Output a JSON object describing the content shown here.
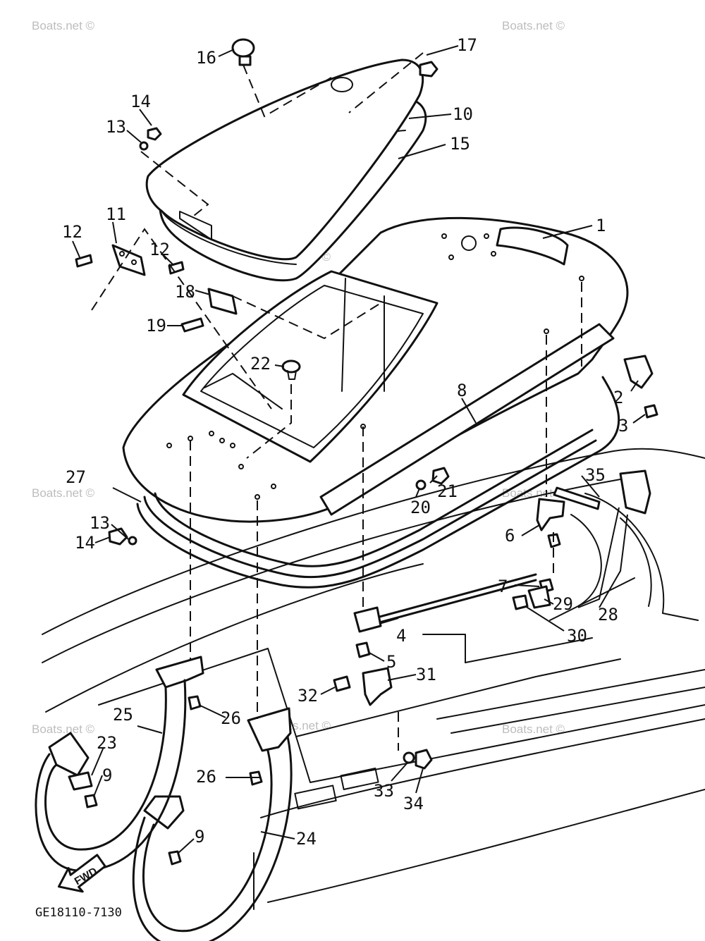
{
  "watermark": "Boats.net ©",
  "diagram_code": "GE18110-7130",
  "direction_label": "FWD",
  "callouts": [
    "1",
    "2",
    "3",
    "4",
    "5",
    "6",
    "7",
    "8",
    "9",
    "9",
    "10",
    "11",
    "12",
    "12",
    "13",
    "13",
    "14",
    "14",
    "15",
    "16",
    "17",
    "18",
    "19",
    "20",
    "21",
    "22",
    "23",
    "24",
    "25",
    "26",
    "26",
    "27",
    "28",
    "29",
    "30",
    "31",
    "32",
    "33",
    "34",
    "35"
  ]
}
